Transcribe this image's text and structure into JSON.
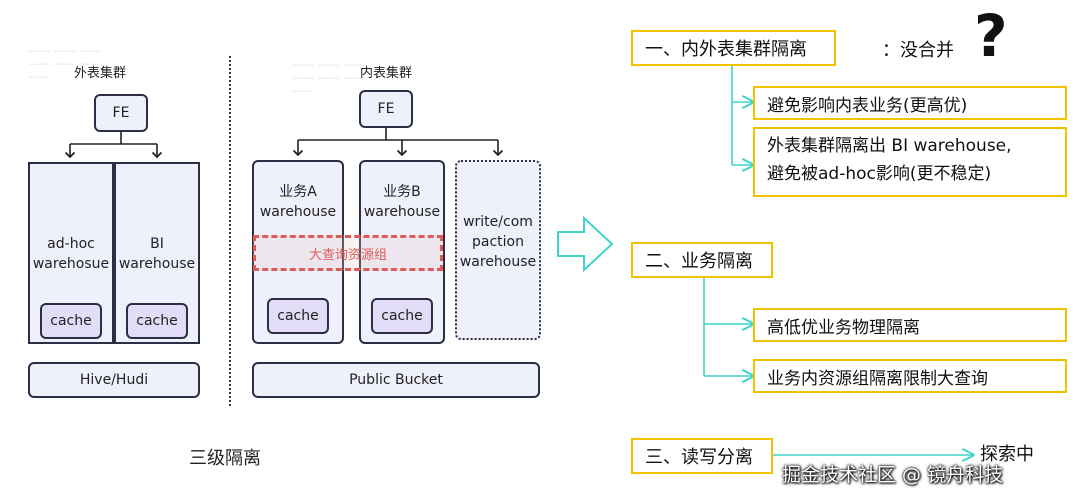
{
  "left_panel": {
    "external_cluster": {
      "title": "外表集群",
      "fe": "FE",
      "ad_hoc": "ad-hoc\nwarehosue",
      "bi": "BI\nwarehouse",
      "cache": "cache",
      "storage": "Hive/Hudi"
    },
    "internal_cluster": {
      "title": "内表集群",
      "fe": "FE",
      "biz_a": "业务A\nwarehouse",
      "biz_b": "业务B\nwarehouse",
      "compaction": "write/com\npaction\nwarehouse",
      "resource_group": "大查询资源组",
      "cache": "cache",
      "storage": "Public Bucket"
    },
    "caption": "三级隔离"
  },
  "right_panel": {
    "section1": {
      "title": "一、内外表集群隔离",
      "note": "：没合并",
      "question": "?",
      "items": [
        "避免影响内表业务(更高优)",
        "外表集群隔离出 BI warehouse,\n避免被ad-hoc影响(更不稳定)"
      ]
    },
    "section2": {
      "title": "二、业务隔离",
      "items": [
        "高低优业务物理隔离",
        "业务内资源组隔离限制大查询"
      ]
    },
    "section3": {
      "title": "三、读写分离",
      "status": "探索中"
    }
  },
  "watermark": "掘金技术社区 @ 镜舟科技",
  "colors": {
    "box_fill": "#eef0fb",
    "box_border": "#2a2f45",
    "cache_fill": "#e3dcf7",
    "highlight_border": "#f2c200",
    "connector": "#3fd6c8",
    "dashed_red": "#e05a5a"
  }
}
